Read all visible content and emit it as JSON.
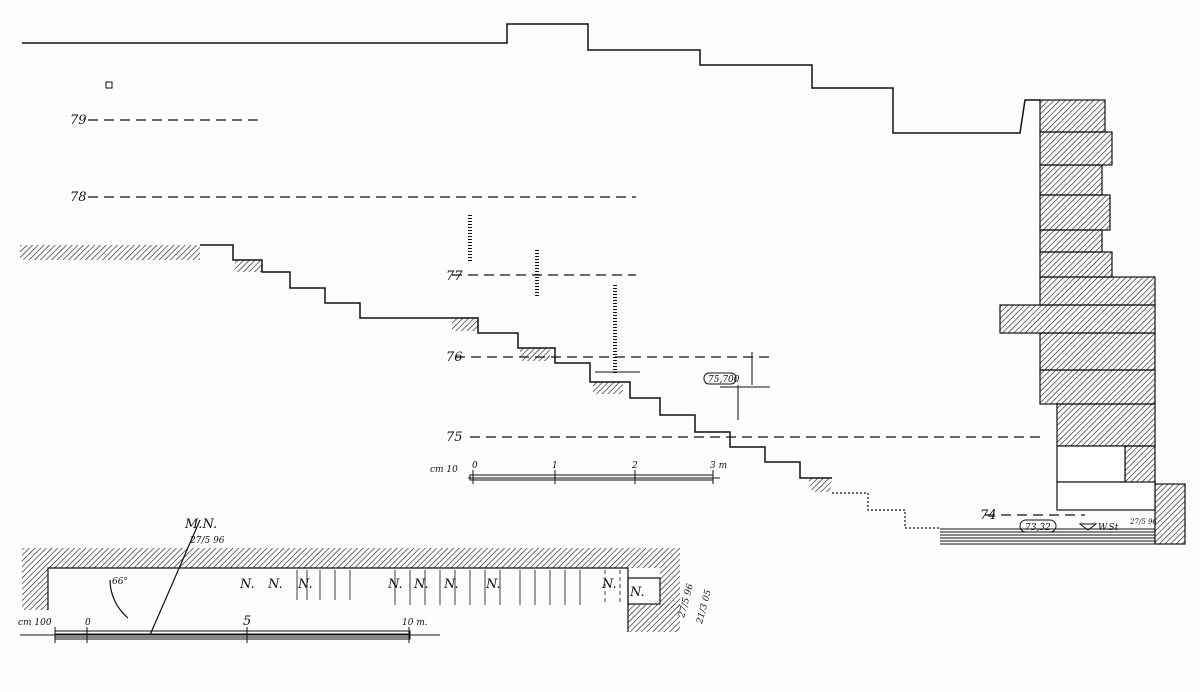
{
  "drawing": {
    "level_labels": [
      "79",
      "78",
      "77",
      "76",
      "75",
      "74"
    ],
    "spot_heights": {
      "upper": "75,700",
      "water": "73,32"
    },
    "water_level": {
      "label": "W.St",
      "date": "27/5 96"
    },
    "north_mark": {
      "label": "M.N.",
      "date": "27/5 96"
    },
    "angle": "66°",
    "plan_marks": [
      "N.",
      "N.",
      "N.",
      "N.",
      "N.",
      "N.",
      "N.",
      "N.",
      "N."
    ],
    "signature_dates": [
      "27/5 96",
      "21/3 05"
    ]
  },
  "scale_small": {
    "unit": "cm 10",
    "ticks": [
      "0",
      "1",
      "2",
      "3 m"
    ]
  },
  "scale_large": {
    "unit": "cm 100",
    "ticks": [
      "0",
      "5",
      "10 m."
    ]
  },
  "colors": {
    "ink": "#111111",
    "paper": "#fdfdfd"
  }
}
